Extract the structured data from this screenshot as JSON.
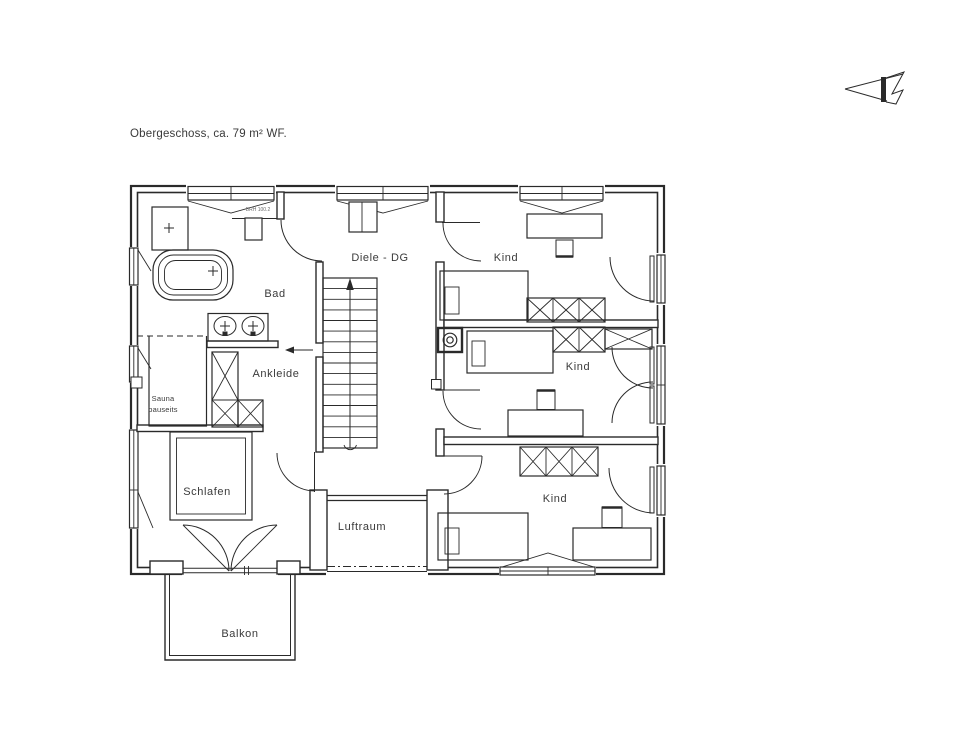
{
  "title": "Obergeschoss, ca. 79 m² WF.",
  "labels": {
    "bad": "Bad",
    "diele": "Diele - DG",
    "ankleide": "Ankleide",
    "sauna1": "Sauna",
    "sauna2": "bauseits",
    "schlafen": "Schlafen",
    "kind_top": "Kind",
    "kind_mid": "Kind",
    "kind_bottom": "Kind",
    "luftraum": "Luftraum",
    "balkon": "Balkon",
    "brh": "BRH 100.2"
  }
}
